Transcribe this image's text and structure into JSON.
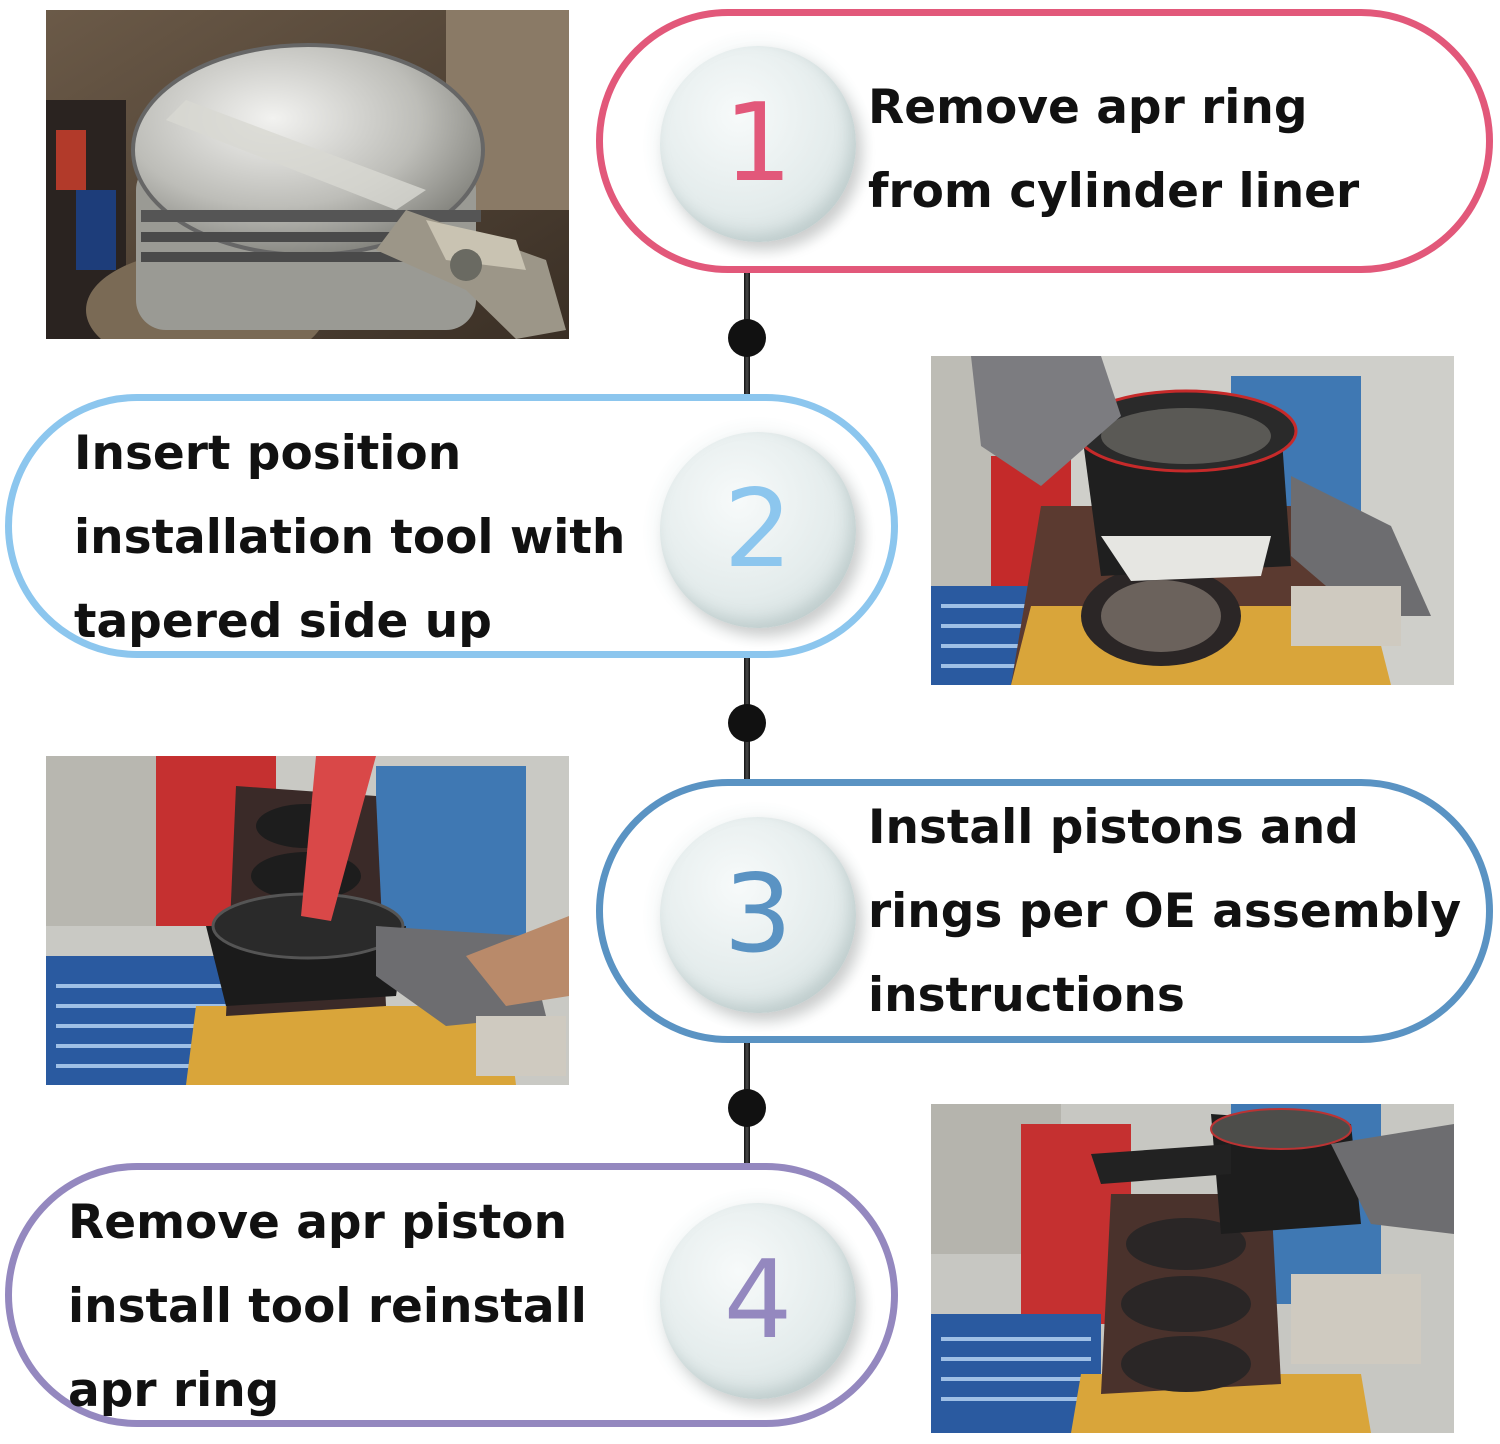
{
  "steps": [
    {
      "number": "1",
      "lines": [
        "Remove apr ring",
        "from cylinder liner"
      ],
      "color": "#e2587a"
    },
    {
      "number": "2",
      "lines": [
        "Insert position",
        "installation tool with",
        "tapered side up"
      ],
      "color": "#8cc6ee"
    },
    {
      "number": "3",
      "lines": [
        "Install pistons and",
        "rings per OE assembly",
        "instructions"
      ],
      "color": "#5a93c3"
    },
    {
      "number": "4",
      "lines": [
        "Remove apr piston",
        "install tool reinstall",
        "apr ring"
      ],
      "color": "#9488bf"
    }
  ],
  "photos": [
    {
      "icon": "piston-ring-pliers-photo"
    },
    {
      "icon": "engine-block-install-tool-photo"
    },
    {
      "icon": "engine-block-piston-install-photo"
    },
    {
      "icon": "engine-block-remove-tool-photo"
    }
  ]
}
